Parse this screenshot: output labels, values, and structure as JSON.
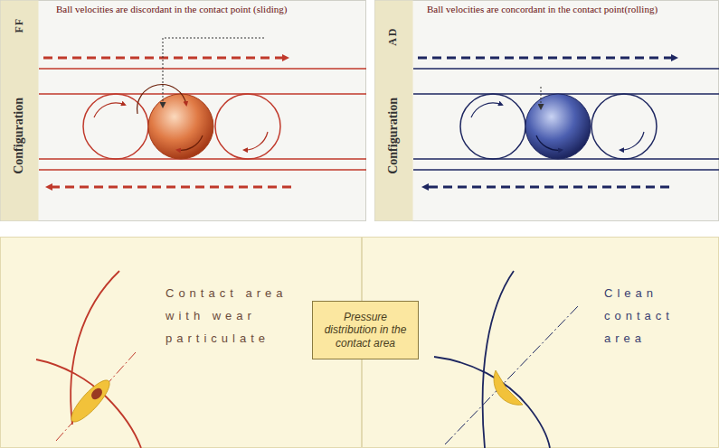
{
  "diagram": {
    "nodes": [
      {
        "text": [
          "Ball velocities are discordant in the contact point (sliding)",
          "FF",
          "Configuration"
        ]
      },
      {
        "text": [
          "Ball velocities are concordant in the contact point(rolling)",
          "AD",
          "Configuration"
        ]
      },
      {
        "text": [
          "Contact area with wear particulate"
        ]
      },
      {
        "text": [
          "Clean contact area"
        ]
      },
      {
        "text": [
          "Pressure distribution in the contact area"
        ]
      }
    ]
  }
}
